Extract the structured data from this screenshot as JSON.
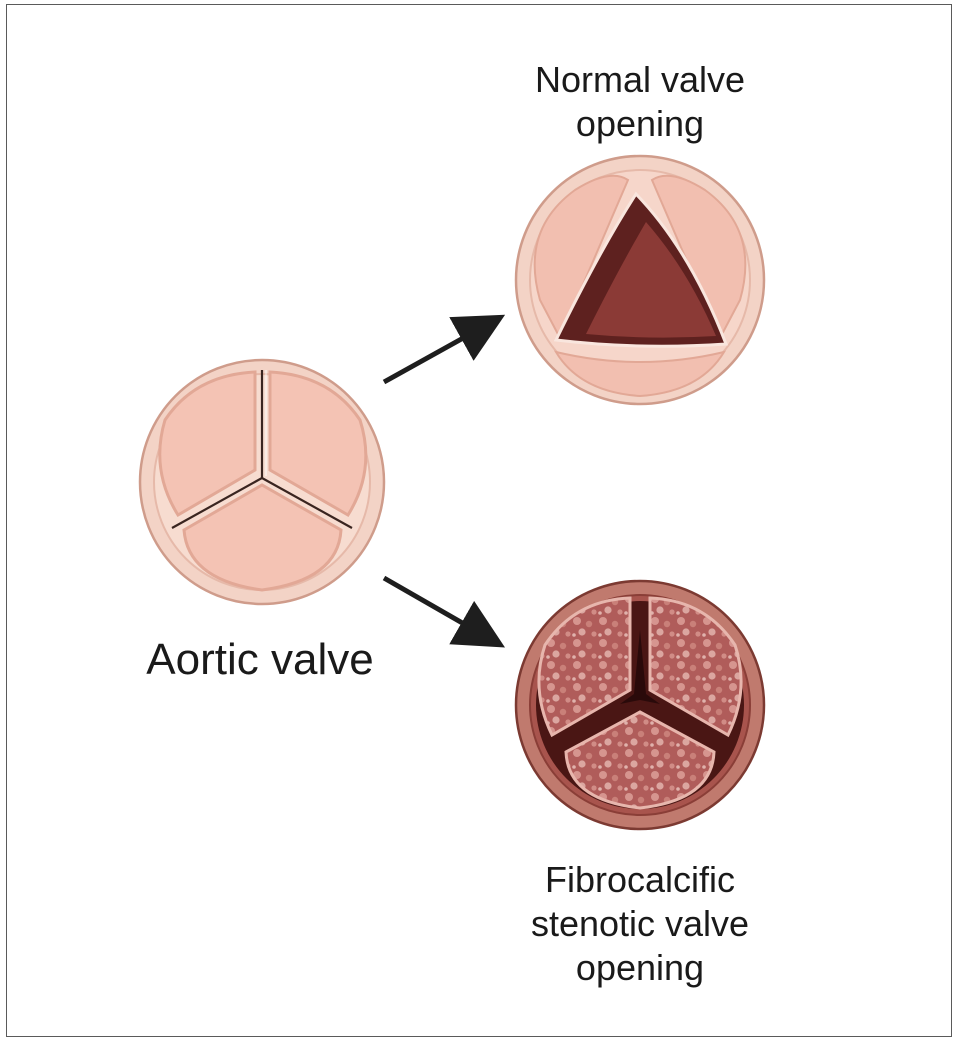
{
  "labels": {
    "normal": "Normal valve\nopening",
    "aortic": "Aortic valve",
    "stenotic": "Fibrocalcific\nstenotic valve\nopening"
  },
  "colors": {
    "ring": "#f3d3c6",
    "ring_edge": "#d9a898",
    "leaflet": "#f6c9bb",
    "leaflet_edge": "#e2a896",
    "opening": "#8b3a36",
    "opening_dark": "#5e211f",
    "stenotic_ring": "#b86e62",
    "stenotic_leaflet": "#b05c5a",
    "calcification": "#d9a09a",
    "arrow": "#1e1e1e"
  }
}
